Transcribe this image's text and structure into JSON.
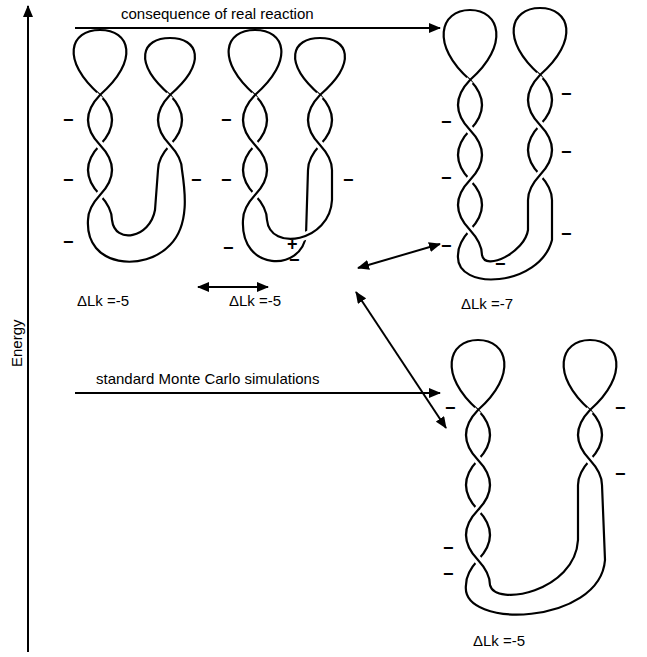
{
  "diagram": {
    "labels": [
      "consequence of real reaction",
      "−",
      "−",
      "−",
      "−",
      "ΔLk =-5",
      "−",
      "−",
      "−",
      "+",
      "−",
      "−",
      "ΔLk =-5",
      "−",
      "−",
      "−",
      "−",
      "−",
      "−",
      "−",
      "ΔLk =-7",
      "standard Monte Carlo simulations",
      "−",
      "−",
      "−",
      "−",
      "−",
      "ΔLk =-5",
      "Energy"
    ]
  }
}
